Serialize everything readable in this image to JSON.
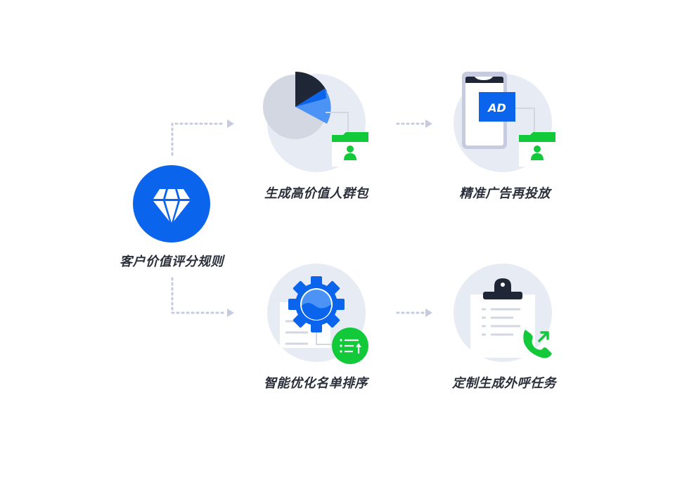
{
  "diagram": {
    "root": {
      "label": "客户价值评分规则",
      "icon": "diamond-icon",
      "color": "#0a64ec"
    },
    "steps": [
      {
        "id": "audience",
        "label": "生成高价值人群包",
        "icon": "pie-chart-folder-icon"
      },
      {
        "id": "ad",
        "label": "精准广告再投放",
        "icon": "phone-ad-icon",
        "badge": "AD"
      },
      {
        "id": "sort",
        "label": "智能优化名单排序",
        "icon": "gear-list-icon"
      },
      {
        "id": "call",
        "label": "定制生成外呼任务",
        "icon": "clipboard-phone-icon"
      }
    ],
    "colors": {
      "primary_blue": "#0a64ec",
      "green": "#12c93a",
      "dark": "#1f2636",
      "circle_bg": "#e7ebf4",
      "connector": "#c6cbe0"
    }
  }
}
